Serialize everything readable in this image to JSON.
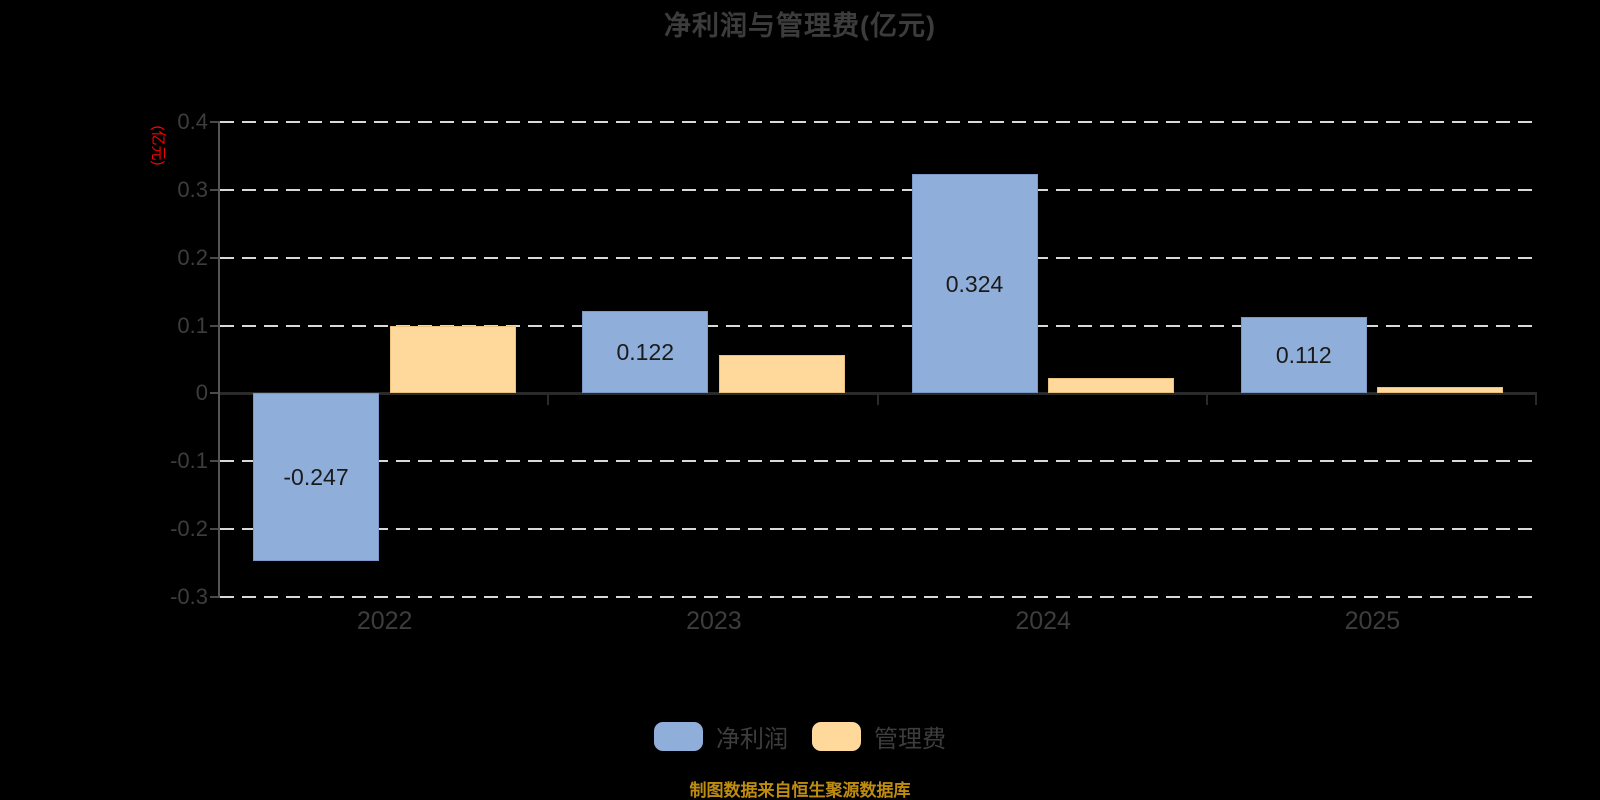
{
  "chart_data": {
    "type": "bar",
    "title": "净利润与管理费(亿元)",
    "unit_label": "(亿元)",
    "categories": [
      "2022",
      "2023",
      "2024",
      "2025"
    ],
    "series": [
      {
        "name": "净利润",
        "color": "#90AEDA",
        "border_color": "#7A99C9",
        "values": [
          -0.247,
          0.122,
          0.324,
          0.112
        ],
        "data_labels": [
          "-0.247",
          "0.122",
          "0.324",
          "0.112"
        ],
        "labels_visible": true
      },
      {
        "name": "管理费",
        "color": "#FED99B",
        "border_color": "#E9C07C",
        "values": [
          0.1,
          0.057,
          0.023,
          0.009
        ],
        "data_labels": [],
        "labels_visible": false
      }
    ],
    "ylim": [
      -0.3,
      0.4
    ],
    "yticks": [
      "0.4",
      "0.3",
      "0.2",
      "0.1",
      "0",
      "-0.1",
      "-0.2",
      "-0.3"
    ],
    "grid": "horizontal dashed",
    "legend_position": "bottom"
  },
  "footer": {
    "source_text": "制图数据来自恒生聚源数据库"
  },
  "colors": {
    "background": "#000000",
    "title": "#3C3C3C",
    "axis_label": "#3D3D3D",
    "unit_label": "#FF0000",
    "gridline": "#D9D9D9",
    "zero_line": "#2A2A2A",
    "axis_line": "#555555",
    "tick_mark": "#4A4A4A",
    "value_label": "#1A1A1A",
    "legend_text": "#3D3D3D",
    "source": "#BE8C0E"
  }
}
